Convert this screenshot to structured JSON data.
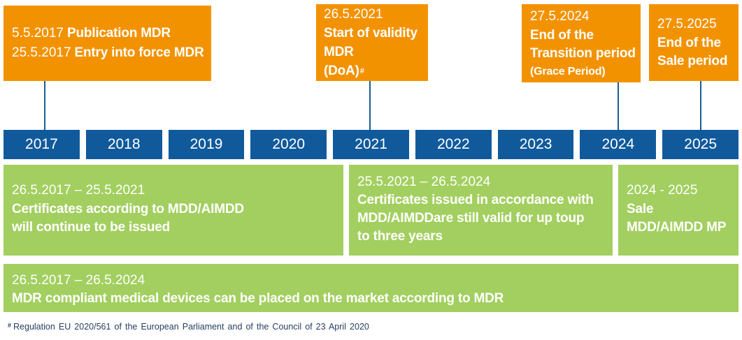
{
  "milestones": [
    {
      "entries": [
        {
          "date": "5.5.2017",
          "label": "Publication MDR"
        },
        {
          "date": "25.5.2017",
          "label": "Entry into force MDR"
        }
      ]
    },
    {
      "date": "26.5.2021",
      "lines": [
        "Start of validity",
        "MDR",
        "(DoA)"
      ],
      "footnote_mark": "#"
    },
    {
      "date": "27.5.2024",
      "lines": [
        "End of the",
        "Transition period"
      ],
      "note": "(Grace Period)"
    },
    {
      "date": "27.5.2025",
      "lines": [
        "End of the",
        "Sale period"
      ]
    }
  ],
  "years": [
    "2017",
    "2018",
    "2019",
    "2020",
    "2021",
    "2022",
    "2023",
    "2024",
    "2025"
  ],
  "periods": [
    {
      "range": "26.5.2017 – 25.5.2021",
      "lines": [
        "Certificates according to MDD/AIMDD",
        "will continue to be issued"
      ]
    },
    {
      "range": "25.5.2021 – 26.5.2024",
      "lines": [
        "Certificates issued in accordance with",
        "MDD/AIMDDare still valid for up toup",
        "to three years"
      ]
    },
    {
      "range": "2024 - 2025",
      "lines": [
        "Sale",
        "MDD/AIMDD MP"
      ]
    },
    {
      "range": "26.5.2017 – 26.5.2024",
      "lines": [
        "MDR compliant medical devices can be placed on the market according to MDR"
      ]
    }
  ],
  "footnote": {
    "mark": "#",
    "text": "Regulation EU 2020/561 of the European Parliament and of the Council of 23 April 2020"
  },
  "colors": {
    "milestone": "#F39200",
    "year_bar": "#105A9C",
    "period": "#A2CF5F",
    "connector": "#1B5D8F",
    "box_text": "#FFFFFF",
    "footnote_text": "#243F60"
  }
}
